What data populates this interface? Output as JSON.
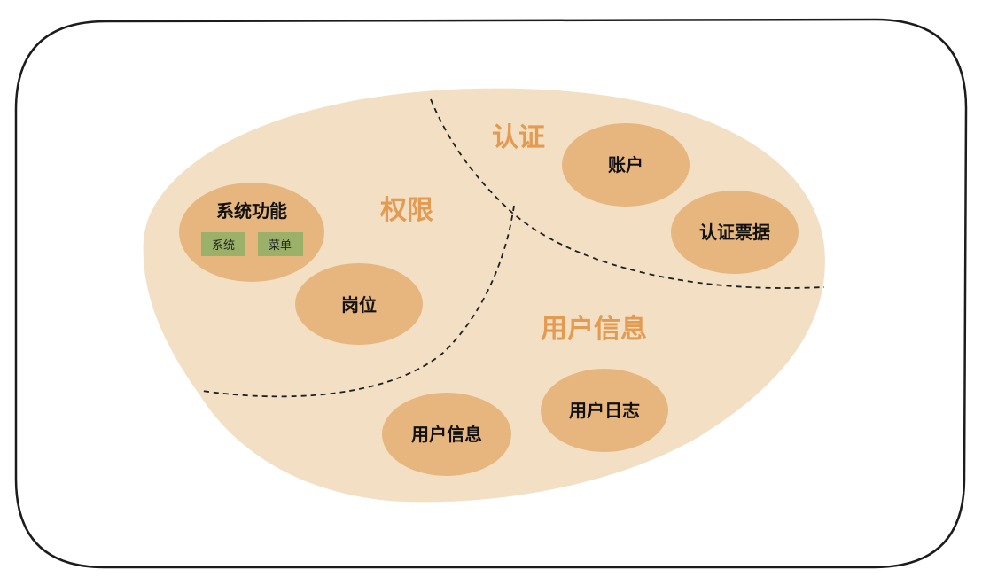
{
  "colors": {
    "frame_stroke": "#1c1c1c",
    "domain_fill": "#f3dfc4",
    "entity_fill": "#e7b67f",
    "region_title": "#e39b52",
    "tag_fill": "#9bb068",
    "divider": "#1f1f1f"
  },
  "regions": {
    "auth": "认证",
    "permission": "权限",
    "user_info": "用户信息"
  },
  "entities": {
    "system_function": "系统功能",
    "tag_system": "系统",
    "tag_menu": "菜单",
    "position": "岗位",
    "account": "账户",
    "auth_ticket": "认证票据",
    "user_info": "用户信息",
    "user_log": "用户日志"
  }
}
